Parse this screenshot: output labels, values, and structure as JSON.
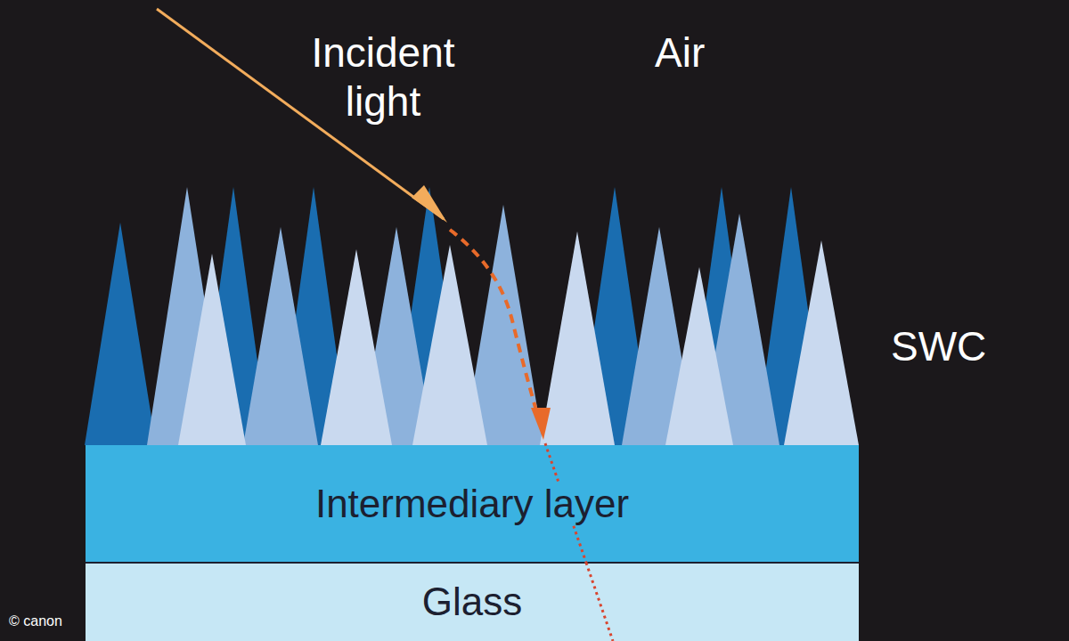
{
  "diagram": {
    "nodes": [
      {
        "text": [
          "Intermediary layer"
        ]
      },
      {
        "text": [
          "Glass"
        ]
      }
    ],
    "labels": [
      "Incident light",
      "Air",
      "SWC",
      "© canon"
    ]
  }
}
